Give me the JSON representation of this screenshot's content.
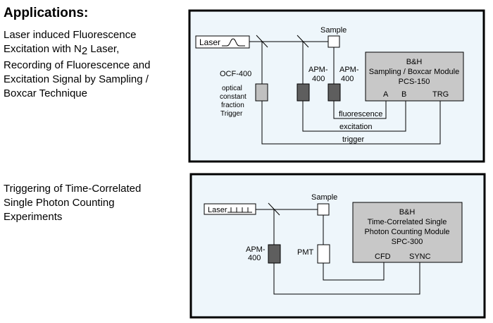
{
  "heading": "Applications:",
  "section1": {
    "description_lines": [
      "Laser induced Fluorescence",
      "Excitation with N",
      "2",
      " Laser,",
      "Recording of Fluorescence and",
      "Excitation Signal by Sampling /",
      "Boxcar Technique"
    ],
    "laser_label": "Laser",
    "sample_label": "Sample",
    "ocf_label": "OCF-400",
    "ocf_desc": [
      "optical",
      "constant",
      "fraction",
      "Trigger"
    ],
    "apm_left": [
      "APM-",
      "400"
    ],
    "apm_right": [
      "APM-",
      "400"
    ],
    "module_lines": [
      "B&H",
      "Sampling / Boxcar Module",
      "PCS-150"
    ],
    "input_a": "A",
    "input_b": "B",
    "input_trg": "TRG",
    "signal_fluorescence": "fluorescence",
    "signal_excitation": "excitation",
    "signal_trigger": "trigger"
  },
  "section2": {
    "description_lines": [
      "Triggering of Time-Correlated",
      "Single Photon Counting",
      "Experiments"
    ],
    "laser_label": "Laser",
    "sample_label": "Sample",
    "apm_label": [
      "APM-",
      "400"
    ],
    "pmt_label": "PMT",
    "module_lines": [
      "B&H",
      "Time-Correlated Single",
      "Photon Counting Module",
      "SPC-300"
    ],
    "input_cfd": "CFD",
    "input_sync": "SYNC"
  },
  "colors": {
    "panel_bg": "#eef6fb",
    "module_fill": "#c8c8c8",
    "detector_dark": "#5e5e5e",
    "detector_light": "#c0c0c0",
    "border": "#000000"
  }
}
